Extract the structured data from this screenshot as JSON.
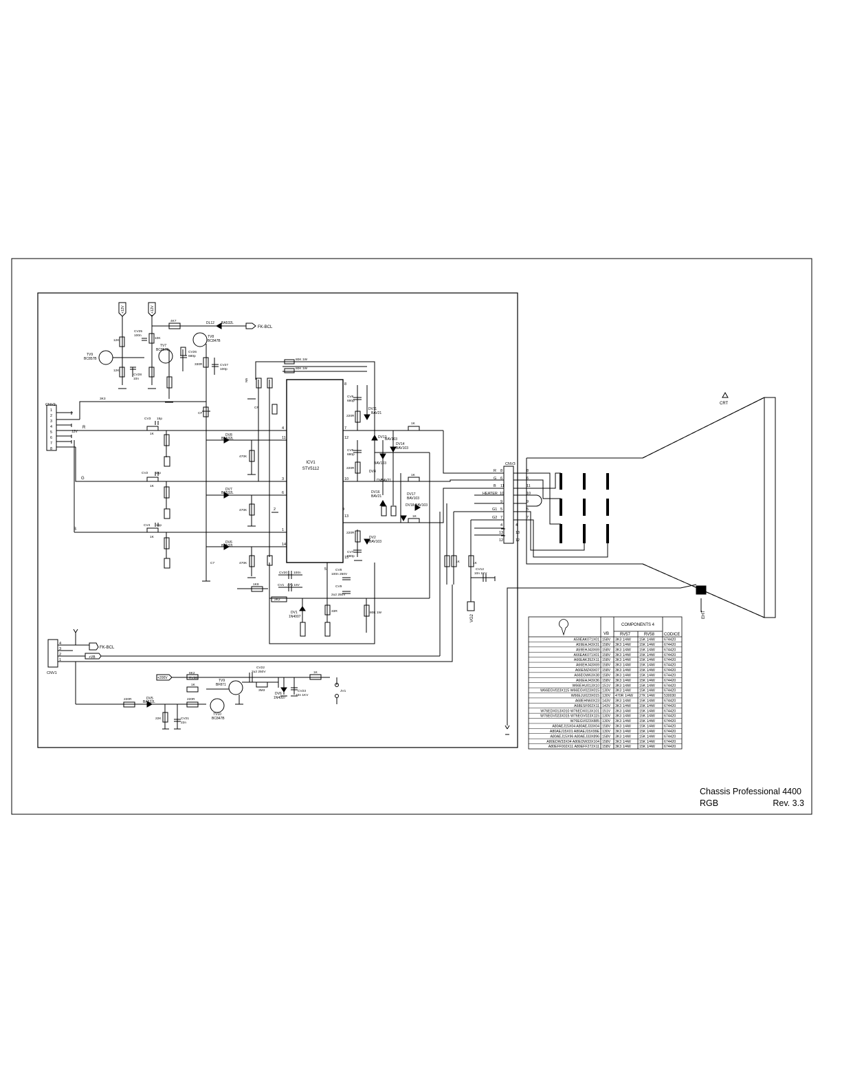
{
  "title_block": {
    "chassis": "Chassis Professional 4400",
    "board": "RGB",
    "revision": "Rev. 3.3"
  },
  "ic": {
    "ref": "ICV1",
    "part": "STV5112",
    "pins_left": [
      "4",
      "11",
      "3",
      "6",
      "1",
      "14"
    ],
    "pins_right": [
      "8",
      "7",
      "12",
      "10",
      "13",
      "15"
    ],
    "pins_bottom": [
      "5"
    ],
    "pins_misc": [
      "2",
      "9"
    ]
  },
  "connectors": {
    "cnv2": {
      "ref": "CNV2",
      "pins": [
        "1",
        "2",
        "3",
        "4",
        "5",
        "6",
        "7",
        "8"
      ]
    },
    "cnv3": {
      "ref": "CNV3",
      "rows": [
        {
          "sig": "R",
          "a": "8",
          "b": "8"
        },
        {
          "sig": "G",
          "a": "6",
          "b": "6"
        },
        {
          "sig": "B",
          "a": "11",
          "b": "11"
        },
        {
          "sig": "HEATER",
          "a": "10",
          "b": "10"
        },
        {
          "sig": "",
          "a": "9",
          "b": "9"
        },
        {
          "sig": "G1",
          "a": "5",
          "b": "5"
        },
        {
          "sig": "G2",
          "a": "7",
          "b": "7"
        },
        {
          "sig": "",
          "a": "4",
          "b": "4"
        },
        {
          "sig": "",
          "a": "13",
          "b": "13"
        },
        {
          "sig": "",
          "a": "12",
          "b": "12"
        }
      ]
    },
    "cnv1": {
      "ref": "CNV1",
      "pins": [
        "4",
        "3",
        "2",
        "1"
      ]
    }
  },
  "signals": {
    "r": "R",
    "g": "G",
    "b": "B",
    "fk_bcl": "FK-BCL",
    "crt": "CRT",
    "eht": "EHT",
    "vg2": "VG2"
  },
  "rails": {
    "v12a": "+12V",
    "v12b": "+12V",
    "vb": "+VB",
    "v200": "+200V",
    "v12c": "12V"
  },
  "parts": [
    {
      "label": "TV9",
      "sub": "BC857B"
    },
    {
      "label": "TV7",
      "sub": "BC857B"
    },
    {
      "label": "TV8",
      "sub": "BC847B"
    },
    {
      "label": "TV9",
      "sub": "BF871"
    },
    {
      "label": "TV10",
      "sub": "BC847B"
    },
    {
      "label": "DL12",
      "sub": "BA532L"
    },
    {
      "label": "DV8",
      "sub": "BA532L"
    },
    {
      "label": "DV7",
      "sub": "BA532L"
    },
    {
      "label": "DV6",
      "sub": "BA532L"
    },
    {
      "label": "DV5",
      "sub": "BA532L"
    },
    {
      "label": "DV1",
      "sub": "1N4007"
    },
    {
      "label": "DV6",
      "sub": "1N4007"
    },
    {
      "label": "DV13",
      "sub": "BAV103"
    },
    {
      "label": "DV14",
      "sub": "BAV103"
    },
    {
      "label": "DV17",
      "sub": "BAV103"
    },
    {
      "label": "DV18",
      "sub": "BAV103"
    },
    {
      "label": "DV2",
      "sub": "BAV103"
    },
    {
      "label": "DV4",
      "sub": "BAV103"
    },
    {
      "label": "DV16",
      "sub": "BAV21"
    },
    {
      "label": "DV3",
      "sub": "BAV21"
    },
    {
      "label": "DV11",
      "sub": "BAV21"
    }
  ],
  "labels": {
    "r4k7": "4K7",
    "r10k": "10K",
    "r12k": "12K",
    "r12k2": "12K",
    "r3k3": "3K3",
    "cv25": "CV25",
    "cv25v": "100n",
    "cv26": "CV26",
    "cv26v": "680p",
    "cv27": "CV27",
    "cv27v": "100p",
    "cv28": "CV28",
    "cv28v": "10n",
    "r330r": "330R",
    "r80k1": "80K 1W",
    "r80k2": "80K 1W",
    "n5": "N5",
    "cf": "CF",
    "cf2": "CF",
    "cv3": "CV3",
    "cv3v": "15p",
    "cv2": "CV2",
    "cv2v": "15p",
    "cv4": "CV4",
    "cv4v": "15p",
    "r1k_a": "1K",
    "r1k_b": "1K",
    "r1k_c": "1K",
    "r470k_a": "470K",
    "r470k_b": "470K",
    "r470k_c": "470K",
    "cv6": "CV6",
    "cv6v": "680p",
    "cv5": "CV5",
    "cv5v": "680p",
    "cv7": "CV7",
    "cv7v": "680p",
    "r220r_a": "220R",
    "r220r_b": "220R",
    "r220r_c": "220R",
    "r1k_d": "1K",
    "r1k_e": "1K",
    "r1k_f": "1K",
    "c7": "C7",
    "cv20": "CV20",
    "cv20v": "100n",
    "cv1": "CV1",
    "cv1v": "47u 16V",
    "cv8": "CV8",
    "cv8v": "100n 250V",
    "cv9": "CV9",
    "cv9v": "2u2 250V",
    "r33r": "33R",
    "r80k3": "80K 1W",
    "r1k8": "1K8",
    "r2k2": "2K2",
    "r1k_g": "1K",
    "cv12": "CV12",
    "cv12v": "10n 1KV",
    "r1k_h": "1K",
    "r8k2": "8K2",
    "rv36": "RV36",
    "r1k_i": "1K",
    "r220r_d": "220R",
    "r220r_e": "220R",
    "r22k": "22K",
    "cv21": "CV21",
    "cv21v": "22n",
    "cv22": "CV22",
    "cv22v": "2u2 250V",
    "r3m3": "3M3",
    "cv23": "CV23",
    "cv23v": "10n 1KV",
    "r1k_j": "1K",
    "jv1": "JV1"
  },
  "components_table": {
    "title": "COMPONENTS 4",
    "headers": [
      "",
      "VB",
      "RV57",
      "RV58",
      "CODICE"
    ],
    "rows": [
      [
        "A59EAK071X01",
        "158V",
        "3K3 1/4W",
        "15K 1/4W",
        "674420"
      ],
      [
        "A59EHJ43X31",
        "158V",
        "3K3 1/4W",
        "15K 1/4W",
        "674420"
      ],
      [
        "A59EHJ43X69",
        "158V",
        "3K3 1/4W",
        "15K 1/4W",
        "674420"
      ],
      [
        "A66EAK071X01",
        "158V",
        "3K3 1/4W",
        "15K 1/4W",
        "674420"
      ],
      [
        "A66EAK352X11",
        "158V",
        "3K3 1/4W",
        "15K 1/4W",
        "674420"
      ],
      [
        "A66EHJ43X69",
        "158V",
        "3K3 1/4W",
        "15K 1/4W",
        "674420"
      ],
      [
        "A66EMZ43X07",
        "158V",
        "3K3 1/4W",
        "15K 1/4W",
        "674420"
      ],
      [
        "A66EGW63X38",
        "158V",
        "3K3 1/4W",
        "15K 1/4W",
        "674420"
      ],
      [
        "A66EHJ43X36",
        "158V",
        "3K3 1/4W",
        "15K 1/4W",
        "674420"
      ],
      [
        "W66EHU013X10",
        "151V",
        "3K3 1/4W",
        "15K 1/4W",
        "674420"
      ],
      [
        "W66EGV023X115  W66EGV023X015",
        "130V",
        "3K3 1/4W",
        "15K 1/4W",
        "674420"
      ],
      [
        "W66EJU023X015",
        "130V",
        "470R 1/4W",
        "27K 1/4W",
        "530030"
      ],
      [
        "A68EHN60X23",
        "143V",
        "3K3 1/4W",
        "15K 1/4W",
        "674420"
      ],
      [
        "A68ESF002X11",
        "143V",
        "3K3 1/4W",
        "15K 1/4W",
        "674420"
      ],
      [
        "W76EDX013X010  W76EDX013X101",
        "151V",
        "3K3 1/4W",
        "15K 1/4W",
        "674420"
      ],
      [
        "W76EGV023X015  W76EGV023X115",
        "130V",
        "3K3 1/4W",
        "15K 1/4W",
        "674420"
      ],
      [
        "W76EGV023X885",
        "130V",
        "3K3 1/4W",
        "15K 1/4W",
        "674420"
      ],
      [
        "A80AEJ15X04  A80AEJ33X04",
        "158V",
        "3K3 1/4W",
        "15K 1/4W",
        "674420"
      ],
      [
        "A80AEJ15X01  A80AEJ15X99E",
        "130V",
        "3K3 1/4W",
        "15K 1/4W",
        "674420"
      ],
      [
        "A80AEJ15X96  A80AEJ33X896",
        "158V",
        "3K3 1/4W",
        "15K 1/4W",
        "674420"
      ],
      [
        "A80EDW33X04  A80EDW33X104",
        "158V",
        "3K3 1/4W",
        "15K 1/4W",
        "674420"
      ],
      [
        "A80EFF002X11  A80EFF272X11",
        "158V",
        "3K3 1/4W",
        "15K 1/4W",
        "674420"
      ]
    ]
  }
}
